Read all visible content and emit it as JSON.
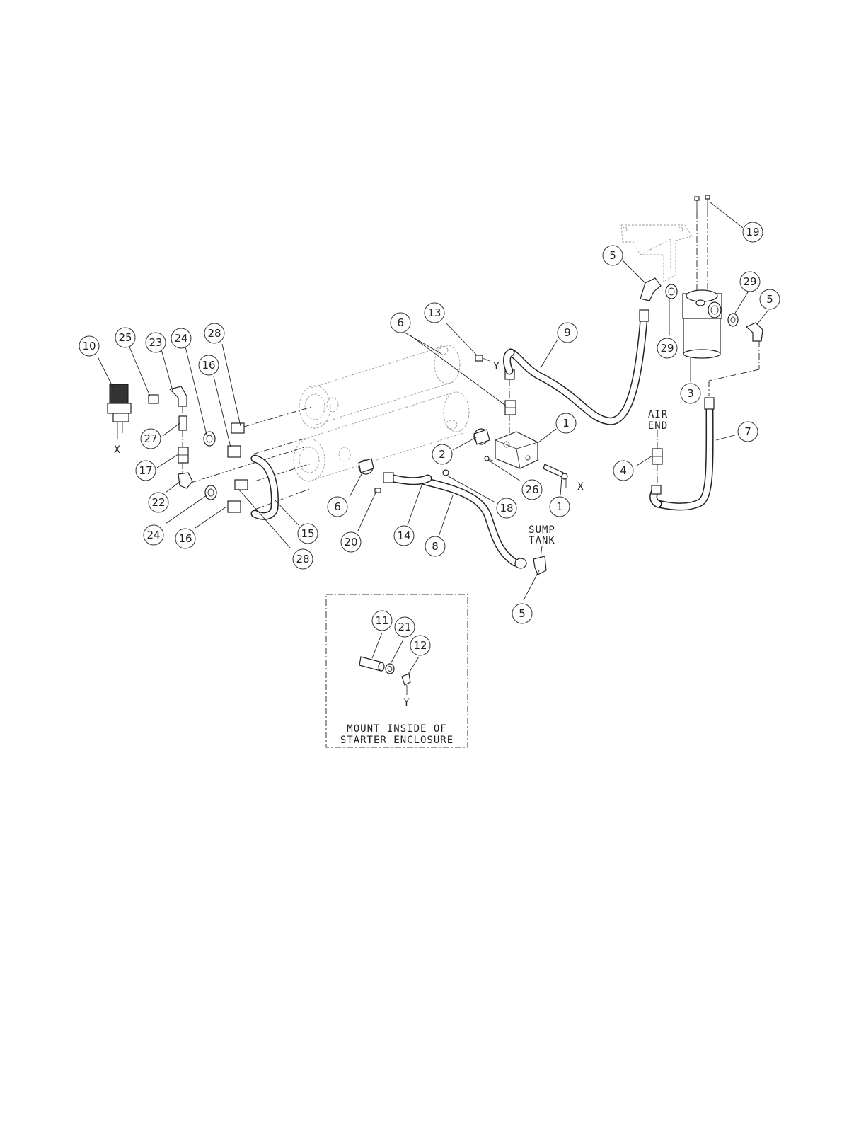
{
  "callouts": [
    {
      "id": "c10",
      "label": "10"
    },
    {
      "id": "c25",
      "label": "25"
    },
    {
      "id": "c23",
      "label": "23"
    },
    {
      "id": "c24a",
      "label": "24"
    },
    {
      "id": "c16a",
      "label": "16"
    },
    {
      "id": "c28a",
      "label": "28"
    },
    {
      "id": "c27",
      "label": "27"
    },
    {
      "id": "c17",
      "label": "17"
    },
    {
      "id": "c22",
      "label": "22"
    },
    {
      "id": "c24b",
      "label": "24"
    },
    {
      "id": "c16b",
      "label": "16"
    },
    {
      "id": "c28b",
      "label": "28"
    },
    {
      "id": "c15",
      "label": "15"
    },
    {
      "id": "c6a",
      "label": "6"
    },
    {
      "id": "c13",
      "label": "13"
    },
    {
      "id": "c9",
      "label": "9"
    },
    {
      "id": "c1a",
      "label": "1"
    },
    {
      "id": "c2",
      "label": "2"
    },
    {
      "id": "c6b",
      "label": "6"
    },
    {
      "id": "c26",
      "label": "26"
    },
    {
      "id": "c1b",
      "label": "1"
    },
    {
      "id": "c18",
      "label": "18"
    },
    {
      "id": "c20",
      "label": "20"
    },
    {
      "id": "c14",
      "label": "14"
    },
    {
      "id": "c8",
      "label": "8"
    },
    {
      "id": "c5a",
      "label": "5"
    },
    {
      "id": "c19",
      "label": "19"
    },
    {
      "id": "c5b",
      "label": "5"
    },
    {
      "id": "c29a",
      "label": "29"
    },
    {
      "id": "c29b",
      "label": "29"
    },
    {
      "id": "c5c",
      "label": "5"
    },
    {
      "id": "c3",
      "label": "3"
    },
    {
      "id": "c7",
      "label": "7"
    },
    {
      "id": "c4",
      "label": "4"
    },
    {
      "id": "c11",
      "label": "11"
    },
    {
      "id": "c21",
      "label": "21"
    },
    {
      "id": "c12",
      "label": "12"
    }
  ],
  "markers": {
    "x_left": "X",
    "x_right": "X",
    "y_top": "Y",
    "y_inset": "Y"
  },
  "notes": {
    "air_end_line1": "AIR",
    "air_end_line2": "END",
    "sump_line1": "SUMP",
    "sump_line2": "TANK",
    "inset_line1": "MOUNT INSIDE OF",
    "inset_line2": "STARTER ENCLOSURE"
  }
}
